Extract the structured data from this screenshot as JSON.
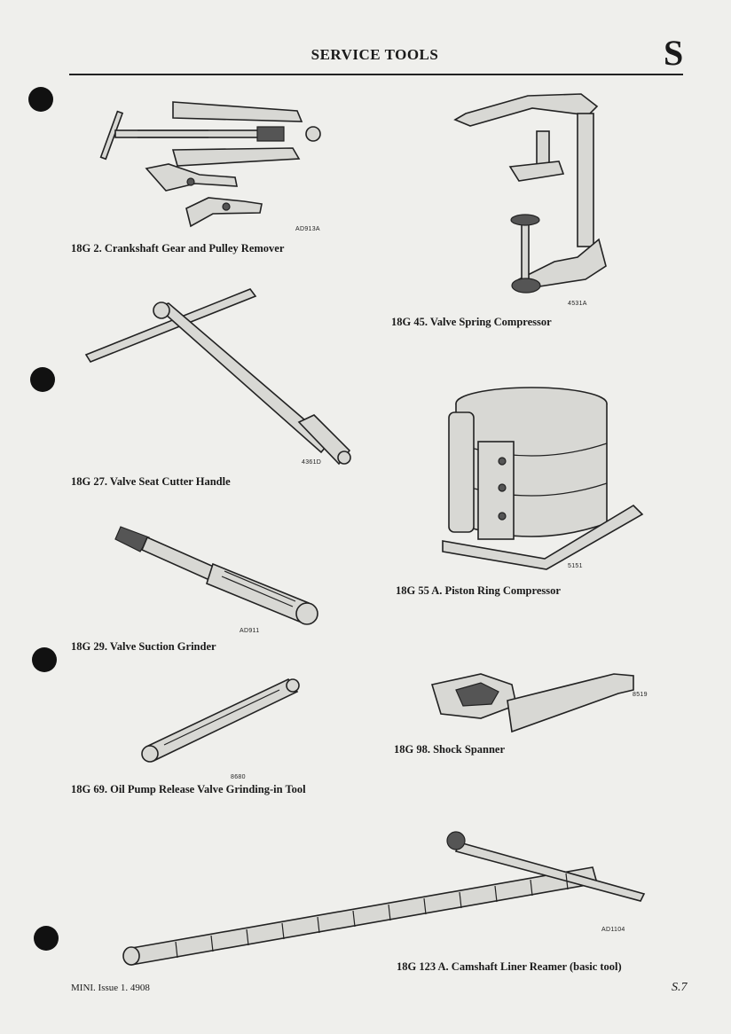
{
  "header": {
    "title": "SERVICE TOOLS",
    "section_letter": "S"
  },
  "tools": [
    {
      "caption": "18G 2. Crankshaft Gear and Pulley Remover",
      "code": "AD913A",
      "icon": "gear-puller-icon"
    },
    {
      "caption": "18G 45. Valve Spring Compressor",
      "code": "4531A",
      "icon": "valve-spring-compressor-icon"
    },
    {
      "caption": "18G 27. Valve Seat Cutter Handle",
      "code": "4361D",
      "icon": "t-handle-icon"
    },
    {
      "caption": "18G 55 A. Piston Ring Compressor",
      "code": "5151",
      "icon": "piston-ring-compressor-icon"
    },
    {
      "caption": "18G 29. Valve Suction Grinder",
      "code": "AD911",
      "icon": "suction-grinder-icon"
    },
    {
      "caption": "18G 98. Shock Spanner",
      "code": "8519",
      "icon": "shock-spanner-icon"
    },
    {
      "caption": "18G 69. Oil Pump Release Valve Grinding-in Tool",
      "code": "8680",
      "icon": "grinding-tool-icon"
    },
    {
      "caption": "18G 123 A. Camshaft Liner Reamer (basic tool)",
      "code": "AD1104",
      "icon": "camshaft-reamer-icon"
    }
  ],
  "footer": {
    "left": "MINI.  Issue 1.  4908",
    "right": "S.7"
  }
}
